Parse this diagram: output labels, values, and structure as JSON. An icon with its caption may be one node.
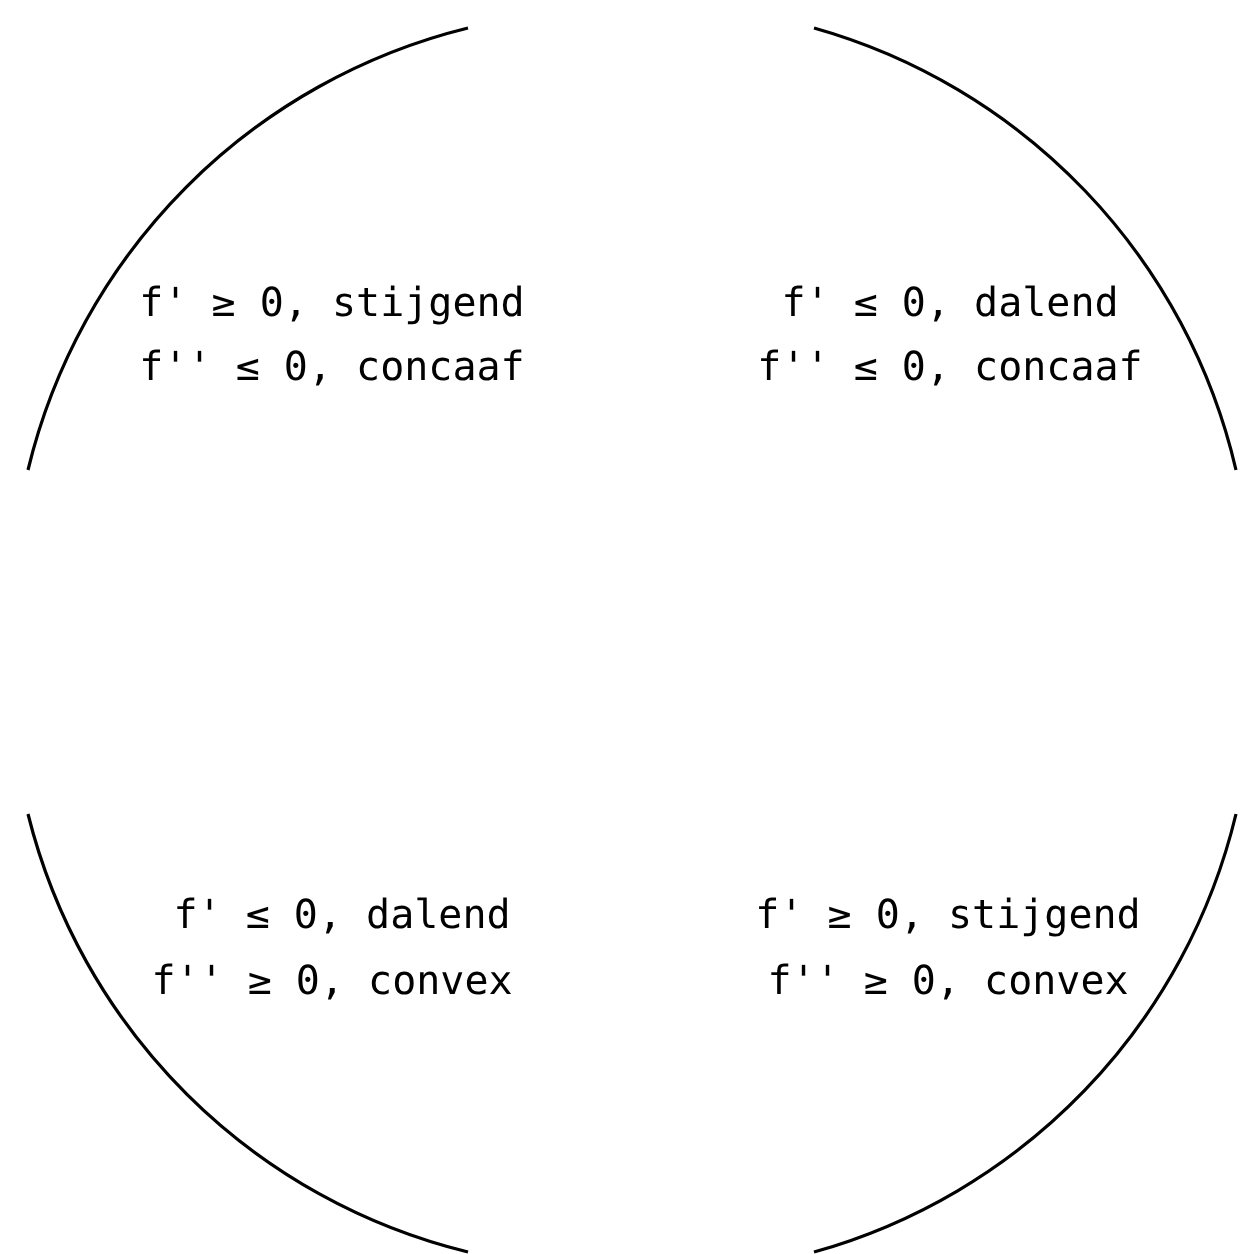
{
  "diagram": {
    "labels": [
      "f' ≥ 0, stijgend",
      "f'' ≤ 0, concaaf",
      "f' ≤ 0, dalend",
      "f'' ≤ 0, concaaf",
      "f' ≤ 0, dalend",
      "f'' ≥ 0, convex",
      "f' ≥ 0, stijgend",
      "f'' ≥ 0, convex"
    ]
  }
}
